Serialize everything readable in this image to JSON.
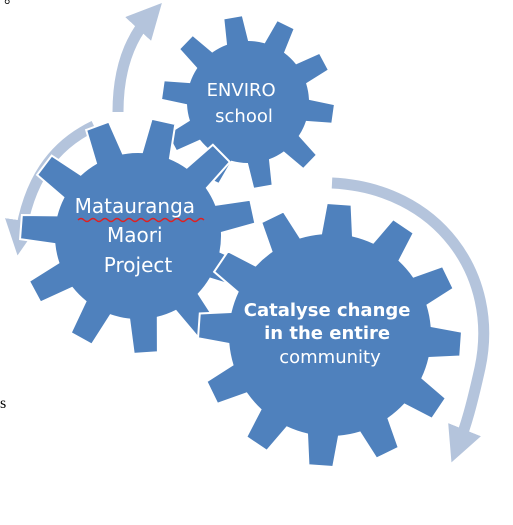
{
  "colors": {
    "gear_fill": "#4f81bd",
    "gear_stroke": "#ffffff",
    "arrow": "#b4c4dc",
    "label": "#ffffff",
    "spell_underline": "#e02020"
  },
  "gears": {
    "top": {
      "lines": [
        "ENVIRO",
        "school"
      ]
    },
    "left": {
      "lines": [
        "Matauranga",
        "Maori",
        "Project"
      ],
      "misspelled_word": "Matauranga"
    },
    "right": {
      "lines": [
        "Catalyse change",
        "in the entire",
        "community"
      ]
    }
  },
  "arrows": [
    {
      "name": "arrow-top-left",
      "direction": "up"
    },
    {
      "name": "arrow-left",
      "direction": "down"
    },
    {
      "name": "arrow-right",
      "direction": "down"
    }
  ],
  "stray_marks": {
    "top_left": "°",
    "left_edge": "s"
  }
}
